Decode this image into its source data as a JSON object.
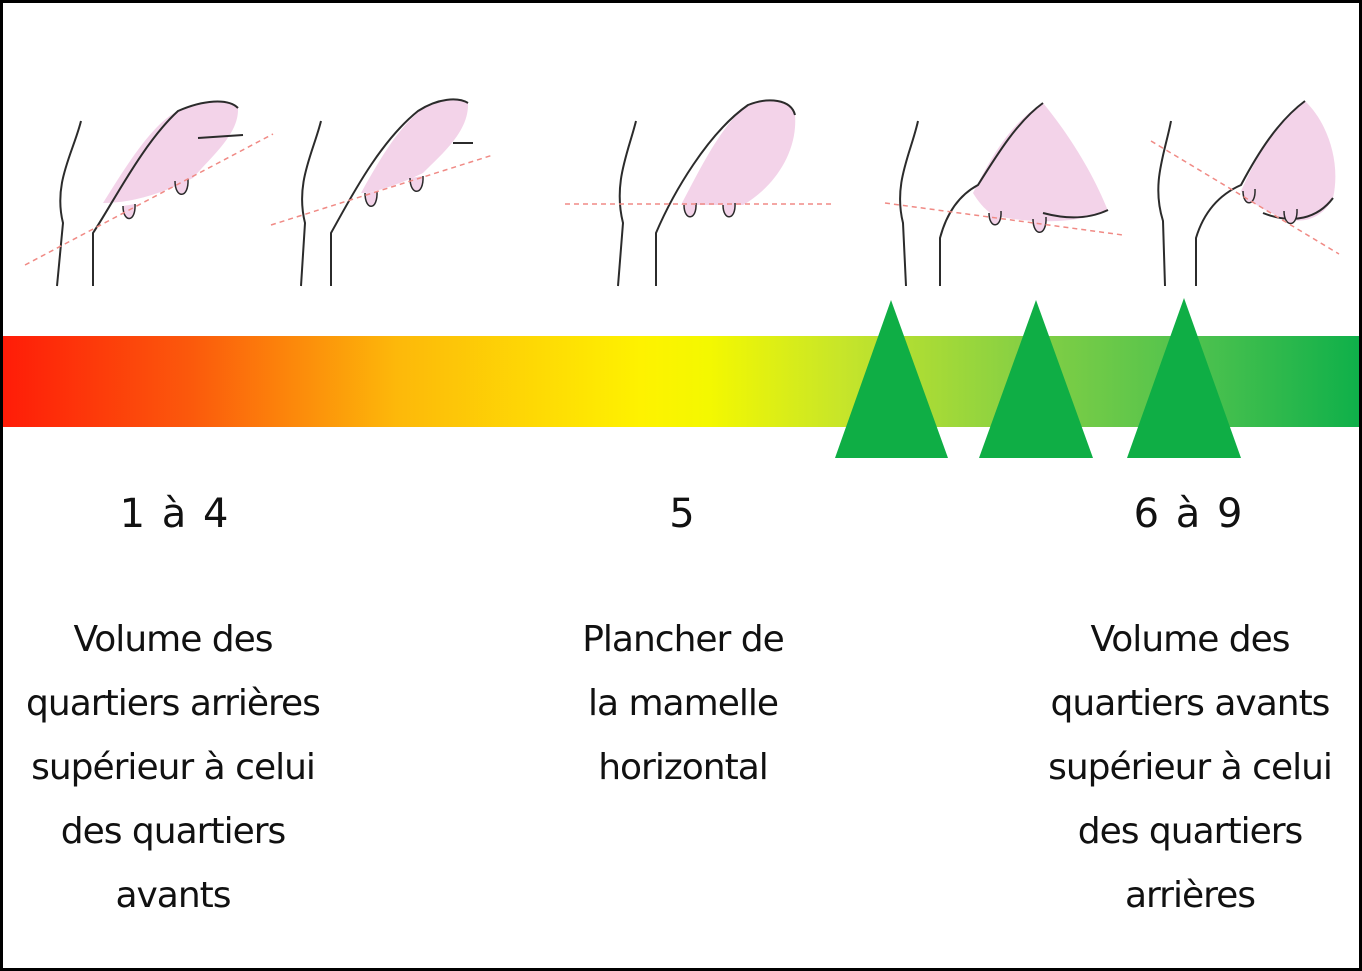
{
  "colors": {
    "udder": "#f3d3e9",
    "outline": "#2b2b2b",
    "reference_line": "#f08a85",
    "marker": "#0fae45",
    "gradient": [
      "#ff1c08",
      "#fdb80a",
      "#fef200",
      "#87d043",
      "#0fb04a"
    ]
  },
  "markers_count": 3,
  "scale": [
    {
      "score": "1 à 4",
      "description": [
        "Volume des",
        "quartiers arrières",
        "supérieur à celui",
        "des quartiers",
        "avants"
      ]
    },
    {
      "score": "5",
      "description": [
        "Plancher de",
        "la mamelle",
        "horizontal"
      ]
    },
    {
      "score": "6 à 9",
      "description": [
        "Volume des",
        "quartiers avants",
        "supérieur à celui",
        "des quartiers",
        "arrières"
      ]
    }
  ]
}
